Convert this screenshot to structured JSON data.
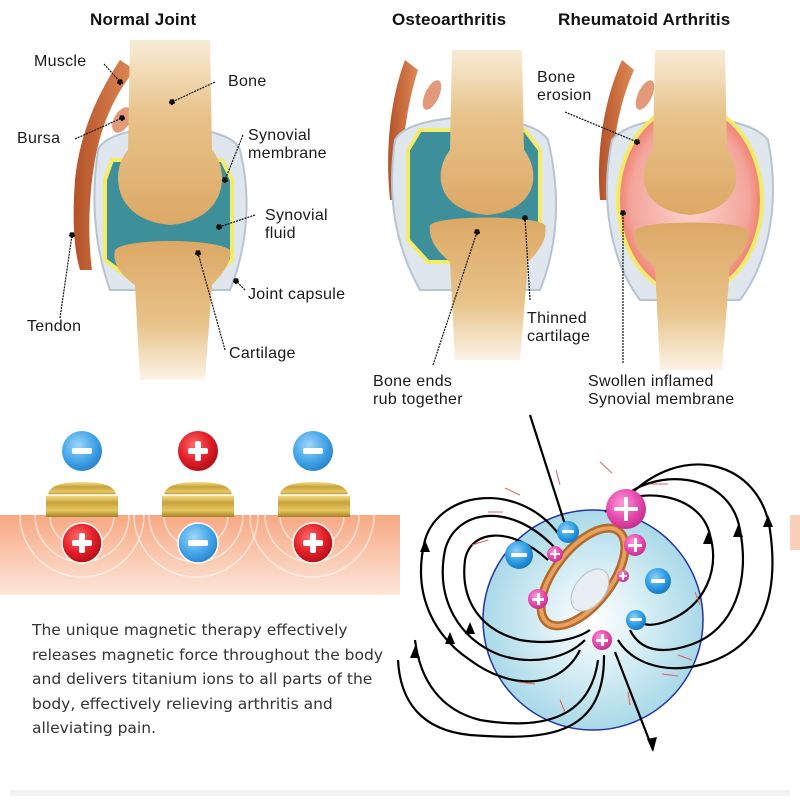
{
  "panels": {
    "normal": {
      "title": "Normal Joint",
      "labels": {
        "muscle": "Muscle",
        "bone": "Bone",
        "bursa": "Bursa",
        "synovial_membrane_1": "Synovial",
        "synovial_membrane_2": "membrane",
        "synovial_fluid_1": "Synovial",
        "synovial_fluid_2": "fluid",
        "joint_capsule": "Joint capsule",
        "tendon": "Tendon",
        "cartilage": "Cartilage"
      }
    },
    "osteo": {
      "title": "Osteoarthritis",
      "labels": {
        "thinned_1": "Thinned",
        "thinned_2": "cartilage",
        "bone_ends_1": "Bone ends",
        "bone_ends_2": "rub together"
      }
    },
    "rheum": {
      "title": "Rheumatoid Arthritis",
      "labels": {
        "erosion_1": "Bone",
        "erosion_2": "erosion",
        "swollen_1": "Swollen inflamed",
        "swollen_2": "Synovial membrane"
      }
    }
  },
  "ions_demo": {
    "top_ions": [
      "−",
      "+",
      "−"
    ],
    "bottom_ions": [
      "+",
      "−",
      "+"
    ]
  },
  "description": "The unique magnetic therapy effectively releases magnetic force throughout the body and delivers titanium ions to all parts of the body, effectively relieving arthritis and alleviating pain.",
  "field_diagram": {
    "ions": [
      "−",
      "+",
      "+",
      "−",
      "−",
      "+",
      "+",
      "+",
      "−",
      "+"
    ]
  },
  "colors": {
    "bone": "#e8c38a",
    "synovial_fluid": "#3d8f9a",
    "cartilage_yellow": "#f2ec6a",
    "muscle": "#c8643a",
    "inflamed": "#f07a6a",
    "negative_ion": "#3ea4e6",
    "positive_ion_red": "#e0202a",
    "positive_ion_pink": "#e84cb0",
    "field_sphere": "#a9d9e8",
    "sphere_outline": "#2233aa",
    "gold": "#c9a23a",
    "skin": "#f7b08a",
    "text": "#1a1a1a"
  }
}
